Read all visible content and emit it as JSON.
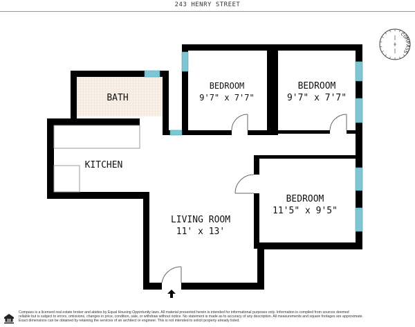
{
  "header": {
    "title": "243 HENRY STREET"
  },
  "compass": {
    "label": "COMPASS"
  },
  "rooms": {
    "bath": {
      "name": "BATH"
    },
    "kitchen": {
      "name": "KITCHEN"
    },
    "bedroom1": {
      "name": "BEDROOM",
      "dims": "9'7\" x 7'7\""
    },
    "bedroom2": {
      "name": "BEDROOM",
      "dims": "9'7\" x 7'7\""
    },
    "bedroom3": {
      "name": "BEDROOM",
      "dims": "11'5\" x 9'5\""
    },
    "living": {
      "name": "LIVING ROOM",
      "dims": "11' x 13'"
    }
  },
  "entry": {
    "icon": "entry-arrow-icon"
  },
  "colors": {
    "wall": "#000000",
    "window": "#7fc6d4",
    "bath_floor": "#f6efe6"
  },
  "footer": {
    "icon": "equal-housing-icon",
    "lines": [
      "Compass is a licensed real estate broker and abides by Equal Housing Opportunity laws. All material presented herein is intended for informational purposes only. Information is compiled from sources deemed",
      "reliable but is subject to errors, omissions, changes in price, condition, sale, or withdraw without notice. No statement is made as to accuracy of any description. All measurements and square footages are approximate.",
      "Exact dimensions can be obtained by retaining the services of an architect or engineer. This is not intended to solicit property already listed."
    ]
  }
}
